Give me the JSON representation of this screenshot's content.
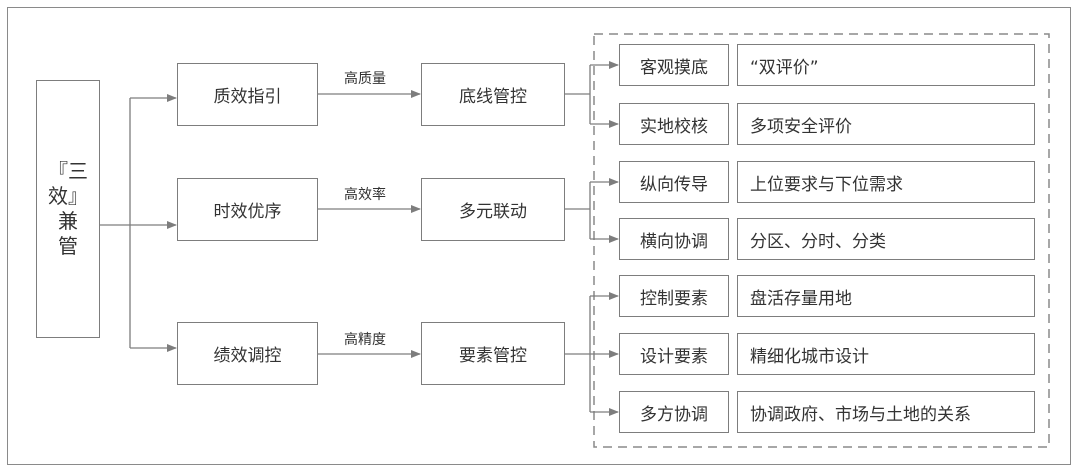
{
  "root": {
    "lines": [
      "『三",
      "效』",
      "兼",
      "管"
    ]
  },
  "branches": [
    {
      "mid": "质效指引",
      "edge": "高质量",
      "hub": "底线管控",
      "items": [
        {
          "label": "客观摸底",
          "detail": "“双评价”"
        },
        {
          "label": "实地校核",
          "detail": "多项安全评价"
        }
      ]
    },
    {
      "mid": "时效优序",
      "edge": "高效率",
      "hub": "多元联动",
      "items": [
        {
          "label": "纵向传导",
          "detail": "上位要求与下位需求"
        },
        {
          "label": "横向协调",
          "detail": "分区、分时、分类"
        }
      ]
    },
    {
      "mid": "绩效调控",
      "edge": "高精度",
      "hub": "要素管控",
      "items": [
        {
          "label": "控制要素",
          "detail": "盘活存量用地"
        },
        {
          "label": "设计要素",
          "detail": "精细化城市设计"
        },
        {
          "label": "多方协调",
          "detail": "协调政府、市场与土地的关系"
        }
      ]
    }
  ]
}
